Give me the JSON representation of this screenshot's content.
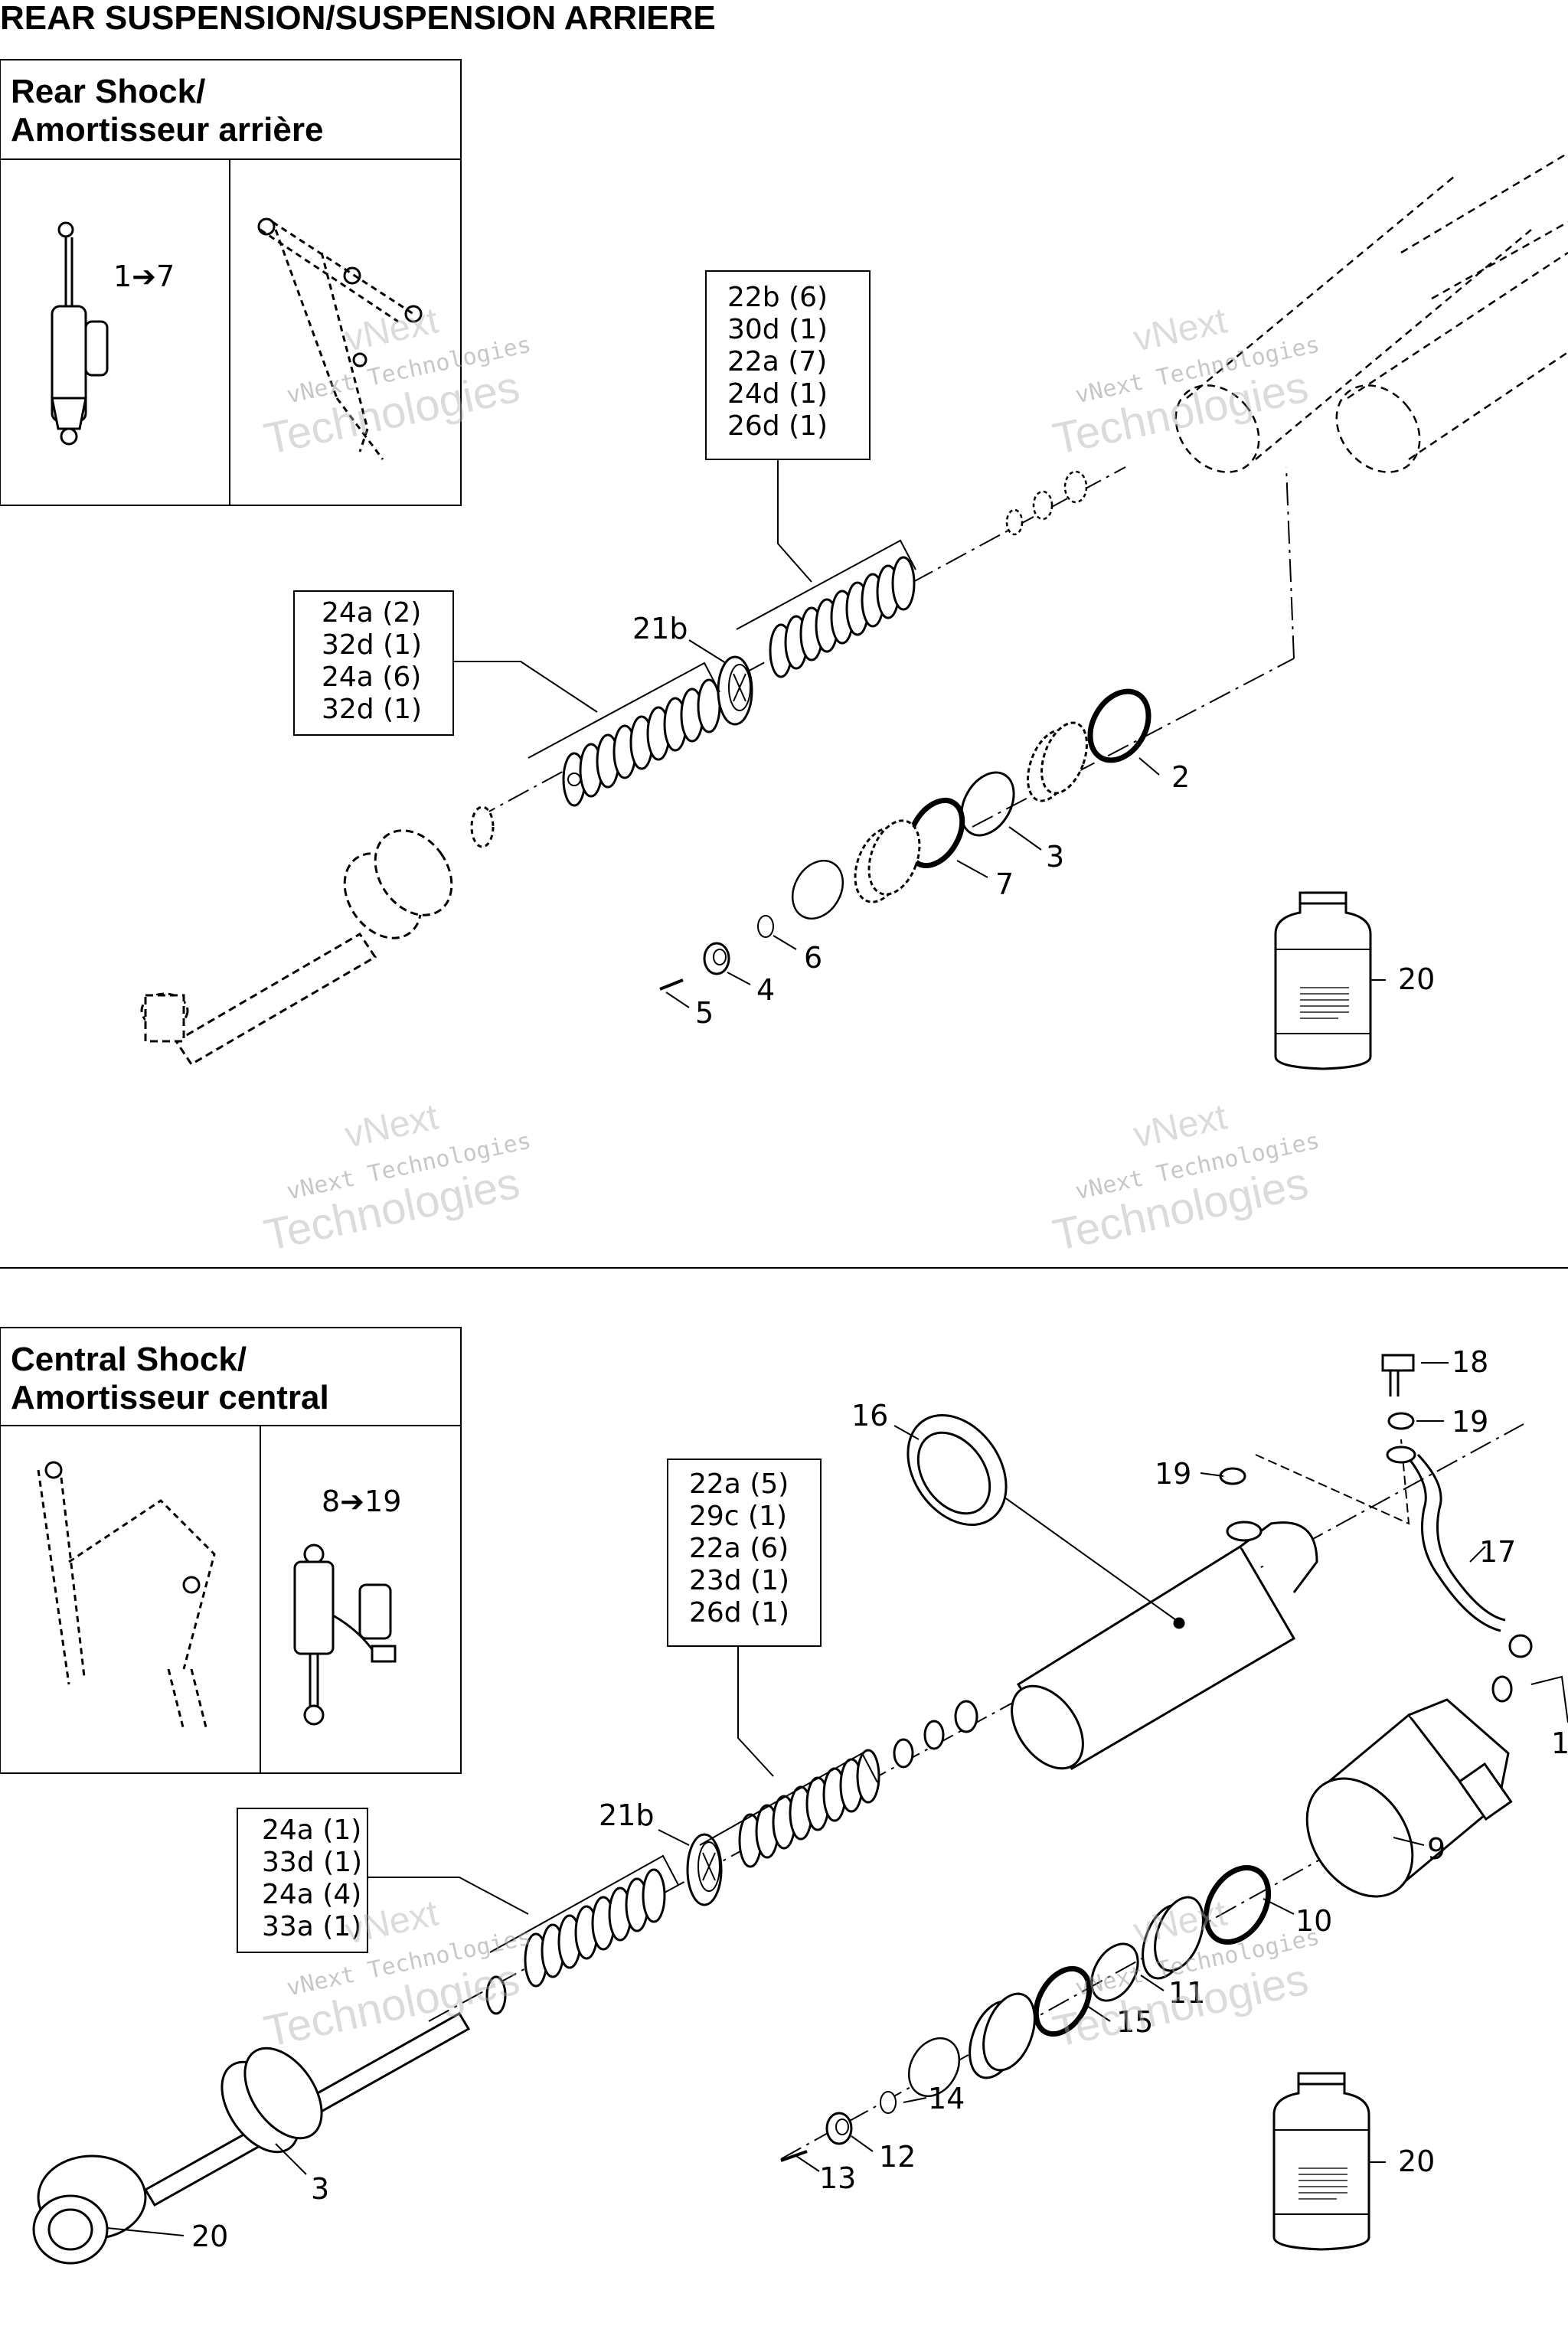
{
  "title": "REAR SUSPENSION/SUSPENSION ARRIERE",
  "rear": {
    "heading_line1": "Rear Shock/",
    "heading_line2": "Amortisseur arrière",
    "range": "1➔7",
    "box_a": [
      "22b (6)",
      "30d (1)",
      "22a (7)",
      "24d (1)",
      "26d (1)"
    ],
    "box_b": [
      "24a (2)",
      "32d (1)",
      "24a (6)",
      "32d (1)"
    ],
    "labels": {
      "l21b": "21b",
      "l2": "2",
      "l3": "3",
      "l7": "7",
      "l6": "6",
      "l4": "4",
      "l5": "5",
      "l20": "20"
    }
  },
  "central": {
    "heading_line1": "Central Shock/",
    "heading_line2": "Amortisseur central",
    "range": "8➔19",
    "box_a": [
      "22a (5)",
      "29c (1)",
      "22a (6)",
      "23d (1)",
      "26d (1)"
    ],
    "box_b": [
      "24a (1)",
      "33d (1)",
      "24a (4)",
      "33a (1)"
    ],
    "labels": {
      "l16": "16",
      "l18": "18",
      "l19a": "19",
      "l19b": "19",
      "l17": "17",
      "l1": "1",
      "l9": "9",
      "l10": "10",
      "l11": "11",
      "l15": "15",
      "l14": "14",
      "l12": "12",
      "l13": "13",
      "l3": "3",
      "l20a": "20",
      "l20b": "20",
      "l21b": "21b"
    }
  },
  "watermark": {
    "line1": "vNext",
    "line2": "vNext Technologies",
    "line3": "Technologies"
  }
}
